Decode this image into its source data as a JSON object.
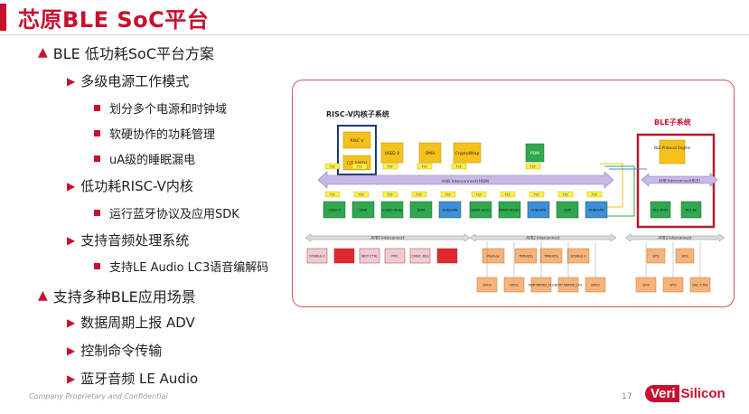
{
  "header": {
    "title": "芯原BLE SoC平台"
  },
  "bullets": [
    {
      "level": 1,
      "text": "BLE 低功耗SoC平台方案"
    },
    {
      "level": 2,
      "text": "多级电源工作模式"
    },
    {
      "level": 3,
      "text": "划分多个电源和时钟域"
    },
    {
      "level": 3,
      "text": "软硬协作的功耗管理"
    },
    {
      "level": 3,
      "text": "uA级的睡眠漏电"
    },
    {
      "level": 2,
      "text": "低功耗RISC-V内核"
    },
    {
      "level": 3,
      "text": "运行蓝牙协议及应用SDK"
    },
    {
      "level": 2,
      "text": "支持音频处理系统"
    },
    {
      "level": 3,
      "text": "支持LE Audio LC3语音编解码"
    },
    {
      "level": 1,
      "text": "支持多种BLE应用场景"
    },
    {
      "level": 2,
      "text": "数据周期上报 ADV"
    },
    {
      "level": 2,
      "text": "控制命令传输"
    },
    {
      "level": 2,
      "text": "蓝牙音频 LE Audio"
    }
  ],
  "markers": {
    "level1": "▲",
    "level2": "▶"
  },
  "diagram": {
    "risc_label": "RISC-V内核子系统",
    "ble_label": "BLE子系统",
    "riscv_core": "RISC V",
    "cs_swtch": "C/S SWTH",
    "top_blocks": [
      "USB2.0",
      "DMA",
      "CryptoWrap",
      "PDM"
    ],
    "ble_engine": "BLE Protocol Engine",
    "ahb_main": "AHB Interconnect(HSM)",
    "ahb_ble": "AHB Interconnect(BLE)",
    "tcf": "TCF",
    "ahb_blocks": [
      "USB2.0",
      "DMA",
      "Crypto Wrap",
      "SDM",
      "AHB2APB",
      "SRAM (ECC)",
      "SRAM (Fix/Ar)",
      "AHB2APB",
      "QSPI",
      "AHB2APB"
    ],
    "ble_blocks": [
      "BLE ROM",
      "BLE EE"
    ],
    "apb0": "APB0 Interconnect",
    "apb2": "APB2 Interconnect",
    "apb3": "APB3 Interconnect",
    "apb0_blocks": [
      "SYSREG 0",
      "",
      "WDT CTRL",
      "PMU",
      "CMU/L REG",
      ""
    ],
    "apb2_top": [
      "Mailbox",
      "TIMER(5)",
      "TIMER(5)",
      "SYSREG 2"
    ],
    "apb2_bottom": [
      "GPIO0",
      "GPIO1",
      "PWM MATRIX_CFG",
      "BOOT MATRIX_CFG",
      "GPIO2"
    ],
    "apb3_top": [
      "SPI1",
      "SPI2"
    ],
    "apb3_bottom": [
      "SPI0",
      "SPI2",
      "DAC CTRL"
    ],
    "colors": {
      "yellow": "#f5c21b",
      "green": "#2fa84f",
      "blue": "#3d8fd9",
      "orange": "#f7b37a",
      "red": "#e0282e",
      "pink": "#f1cbd4",
      "bus": "#c7b8e8",
      "apb": "#dcdcdc",
      "tcf": "#fff04a"
    }
  },
  "footer": {
    "confidential": "Company Proprietary and Confidential",
    "page": "17",
    "logo_veri": "Veri",
    "logo_silicon": "Silicon"
  }
}
